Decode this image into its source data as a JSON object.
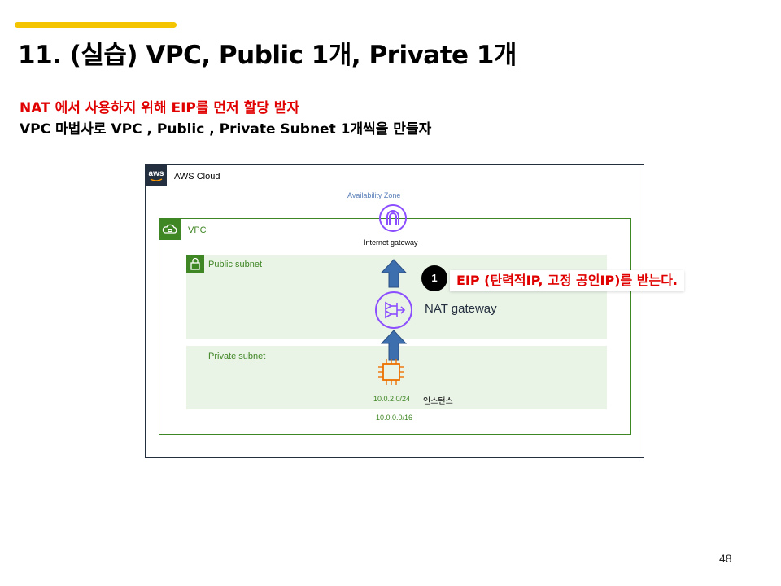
{
  "slide": {
    "title": "11. (실습) VPC, Public 1개, Private 1개",
    "instructions": [
      "NAT 에서 사용하지 위해 EIP를 먼저 할당 받자",
      "VPC 마법사로 VPC , Public , Private Subnet 1개씩을 만들자"
    ],
    "page_number": "48",
    "accent_color": "#f5c400",
    "highlight_color": "#e00000"
  },
  "diagram": {
    "cloud_label": "AWS Cloud",
    "aws_logo_text": "aws",
    "availability_zone_label": "Availability Zone",
    "vpc_label": "VPC",
    "vpc_cidr": "10.0.0.0/16",
    "public_subnet_label": "Public subnet",
    "private_subnet_label": "Private subnet",
    "internet_gateway_label": "Internet gateway",
    "nat_gateway_label": "NAT gateway",
    "private_subnet_cidr": "10.0.2.0/24",
    "instance_label": "인스턴스",
    "step_number": "1",
    "callout_text": "EIP (탄력적IP, 고정 공인IP)를 받는다.",
    "icons": [
      "aws-logo-icon",
      "vpc-cloud-icon",
      "lock-icon",
      "internet-gateway-icon",
      "nat-gateway-icon",
      "ec2-instance-icon",
      "up-arrow-icon"
    ],
    "colors": {
      "vpc_green": "#3f8624",
      "subnet_fill": "#e9f3e6",
      "gateway_purple": "#8c4fff",
      "instance_orange": "#ed7100",
      "arrow_blue": "#3d6fae"
    }
  }
}
